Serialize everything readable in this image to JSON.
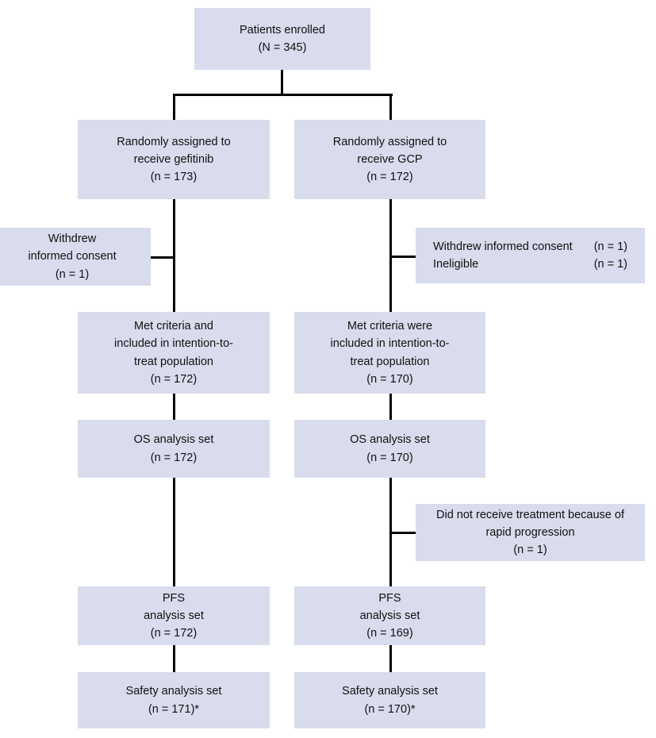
{
  "diagram": {
    "title": "CONSORT patient flow diagram",
    "box_fill": "#d9dcec",
    "line_color": "#000000",
    "background": "#ffffff",
    "nodes": {
      "enrolled": {
        "line1": "Patients enrolled",
        "line2": "(N = 345)"
      },
      "assign_left": {
        "line1": "Randomly assigned to",
        "line2": "receive gefitinib",
        "line3": "(n = 173)"
      },
      "assign_right": {
        "line1": "Randomly assigned to",
        "line2": "receive GCP",
        "line3": "(n = 172)"
      },
      "exclude_left": {
        "line1": "Withdrew",
        "line2": "informed consent",
        "line3": "(n = 1)"
      },
      "exclude_right": {
        "row1_label": "Withdrew informed consent",
        "row1_count": "(n = 1)",
        "row2_label": "Ineligible",
        "row2_count": "(n = 1)"
      },
      "itt_left": {
        "line1": "Met criteria and",
        "line2": "included in intention-to-",
        "line3": "treat population",
        "line4": "(n = 172)"
      },
      "itt_right": {
        "line1": "Met criteria were",
        "line2": "included in intention-to-",
        "line3": "treat population",
        "line4": "(n = 170)"
      },
      "os_left": {
        "line1": "OS analysis set",
        "line2": "(n = 172)"
      },
      "os_right": {
        "line1": "OS analysis set",
        "line2": "(n = 170)"
      },
      "no_treatment_right": {
        "line1": "Did not receive treatment because of",
        "line2": "rapid progression",
        "line3": "(n = 1)"
      },
      "pfs_left": {
        "line1": "PFS",
        "line2": "analysis set",
        "line3": "(n = 172)"
      },
      "pfs_right": {
        "line1": "PFS",
        "line2": "analysis set",
        "line3": "(n = 169)"
      },
      "safety_left": {
        "line1": "Safety analysis set",
        "line2": "(n = 171)*"
      },
      "safety_right": {
        "line1": "Safety analysis set",
        "line2": "(n = 170)*"
      }
    }
  }
}
